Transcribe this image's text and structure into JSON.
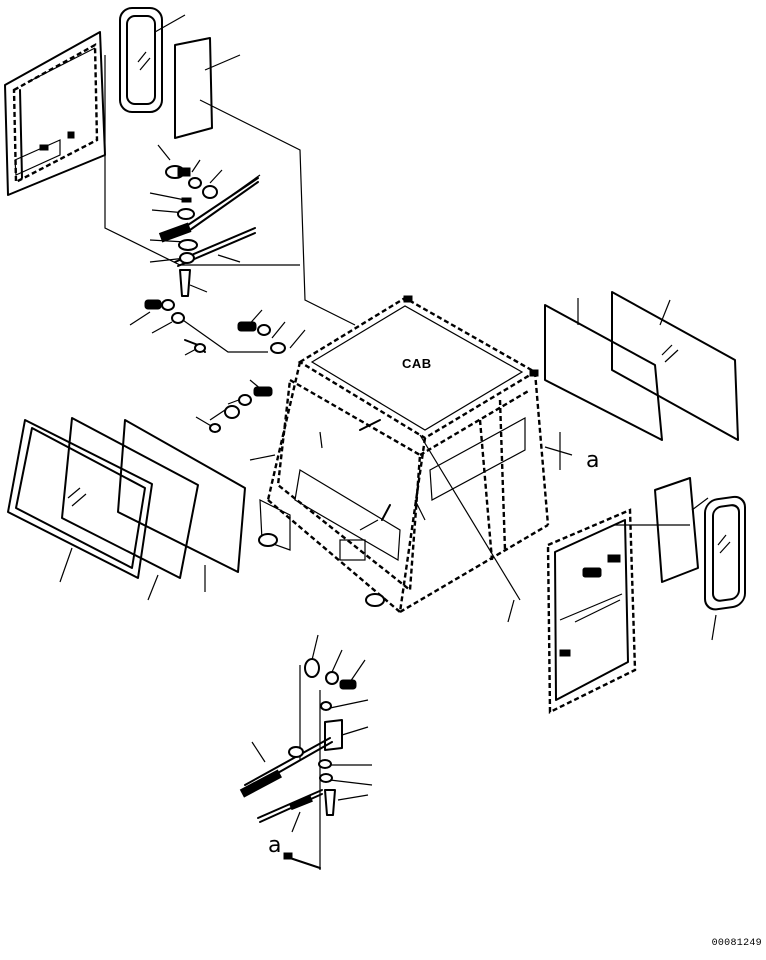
{
  "diagram": {
    "cab_label": "CAB",
    "reference_markers": [
      "a",
      "a"
    ],
    "drawing_number": "00081249"
  }
}
